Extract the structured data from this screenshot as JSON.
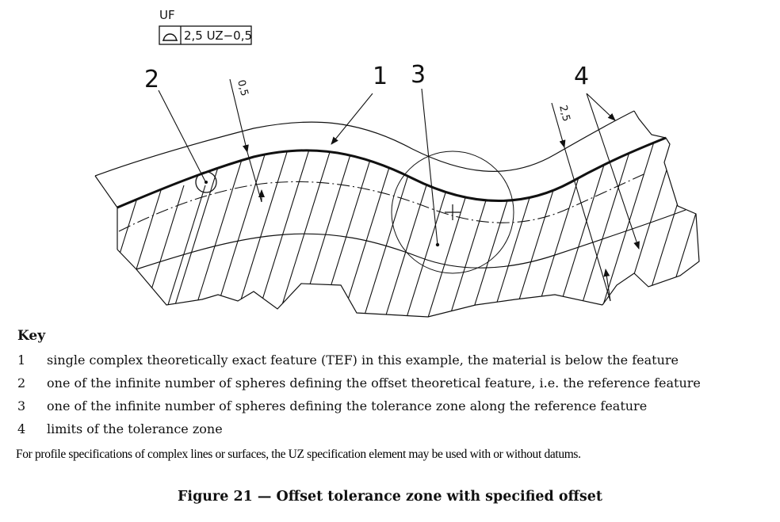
{
  "frame": {
    "modifier": "UF",
    "symbol": "profile-of-surface-icon",
    "value": "2,5 UZ−0,5"
  },
  "dims": {
    "offset": "0,5",
    "zone": "2,5"
  },
  "callouts": {
    "c1": "1",
    "c2": "2",
    "c3": "3",
    "c4": "4"
  },
  "key": {
    "title": "Key",
    "items": [
      {
        "num": "1",
        "text": "single complex theoretically exact feature (TEF) in this example, the material is below the feature"
      },
      {
        "num": "2",
        "text": "one of the infinite number of spheres defining the offset theoretical feature, i.e. the reference feature"
      },
      {
        "num": "3",
        "text": "one of the infinite number of spheres defining the tolerance zone along the reference feature"
      },
      {
        "num": "4",
        "text": "limits of the tolerance zone"
      }
    ],
    "note": "For profile specifications of complex lines or surfaces, the UZ specification element may be used with or without datums."
  },
  "caption": "Figure 21 — Offset tolerance zone with specified offset"
}
